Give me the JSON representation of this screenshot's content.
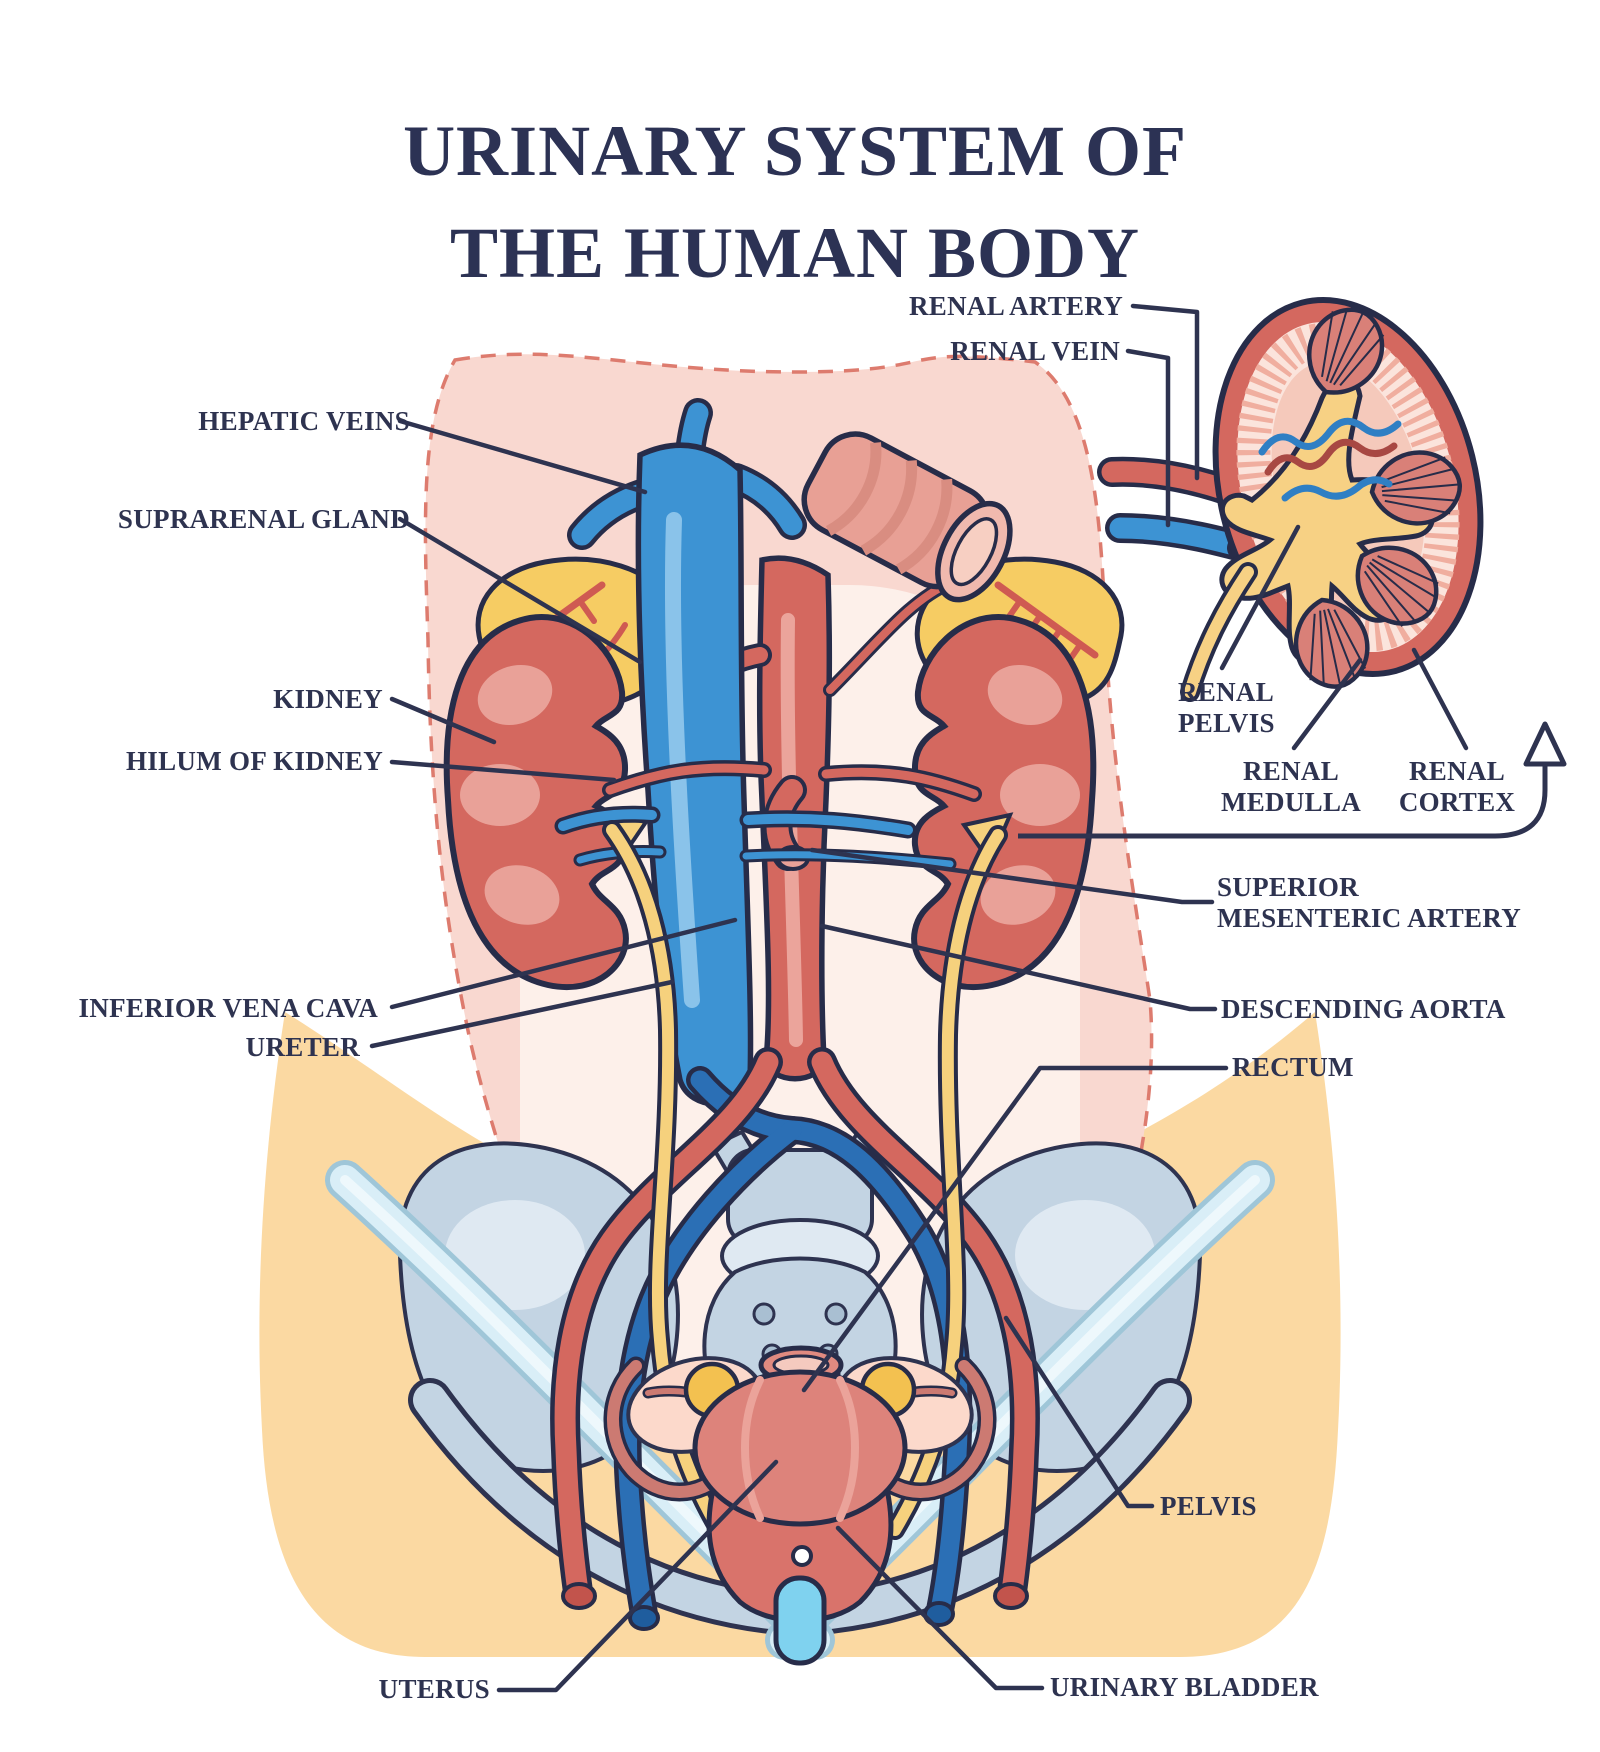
{
  "title": {
    "line1": "URINARY SYSTEM OF",
    "line2": "THE HUMAN BODY"
  },
  "labels": {
    "hepatic_veins": "HEPATIC VEINS",
    "suprarenal_gland": "SUPRARENAL GLAND",
    "kidney": "KIDNEY",
    "hilum_of_kidney": "HILUM OF KIDNEY",
    "inferior_vena_cava": "INFERIOR VENA CAVA",
    "ureter": "URETER",
    "renal_artery": "RENAL ARTERY",
    "renal_vein": "RENAL VEIN",
    "renal_pelvis": "RENAL\nPELVIS",
    "renal_medulla": "RENAL\nMEDULLA",
    "renal_cortex": "RENAL\nCORTEX",
    "superior_mesenteric_artery": "SUPERIOR\nMESENTERIC ARTERY",
    "descending_aorta": "DESCENDING AORTA",
    "rectum": "RECTUM",
    "pelvis": "PELVIS",
    "urinary_bladder": "URINARY BLADDER",
    "uterus": "UTERUS"
  },
  "icons": {
    "zoom_arrow": "curved-arrow-up-icon"
  },
  "colors": {
    "text_navy": "#2e3350",
    "outline_navy": "#272c49",
    "title_navy": "#2c3254",
    "torso_pink": "#f9d8d0",
    "torso_dash": "#dd7b6e",
    "hips_orange": "#fbd9a2",
    "kidney_red": "#d4685f",
    "kidney_lobe": "#e9a198",
    "artery_red": "#d4685f",
    "vein_blue": "#3d93d3",
    "deep_vein_blue": "#2b6fb5",
    "ureter_yellow": "#f6d17d",
    "gland_yellow": "#f6cc63",
    "bone_blue": "#c3d4e3",
    "ligament_cyan": "#d9eef7",
    "organ_pink": "#dd837b",
    "urethra_cyan": "#7fd2ef",
    "inset_cortex_stripe": "#f0ae9f",
    "inset_pelvis_yellow": "#f7d184"
  }
}
